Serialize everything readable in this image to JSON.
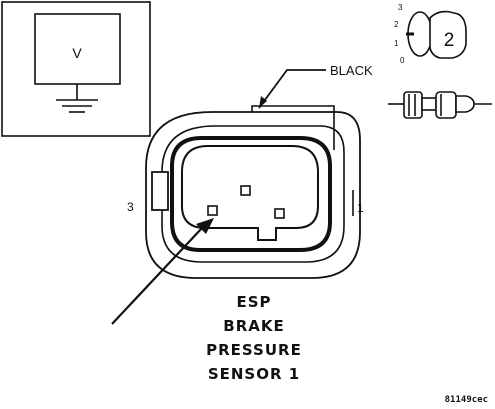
{
  "meter": {
    "symbol": "V"
  },
  "wire": {
    "color_label": "BLACK"
  },
  "connector": {
    "pin_left": "3",
    "pin_right": "1"
  },
  "key_switch": {
    "positions": [
      "3",
      "2",
      "1",
      "0"
    ],
    "key_number": "2"
  },
  "caption": {
    "lines": [
      "ESP",
      "BRAKE",
      "PRESSURE",
      "SENSOR 1"
    ]
  },
  "figure_code": "81149cec",
  "colors": {
    "line": "#111111",
    "background": "#ffffff"
  }
}
